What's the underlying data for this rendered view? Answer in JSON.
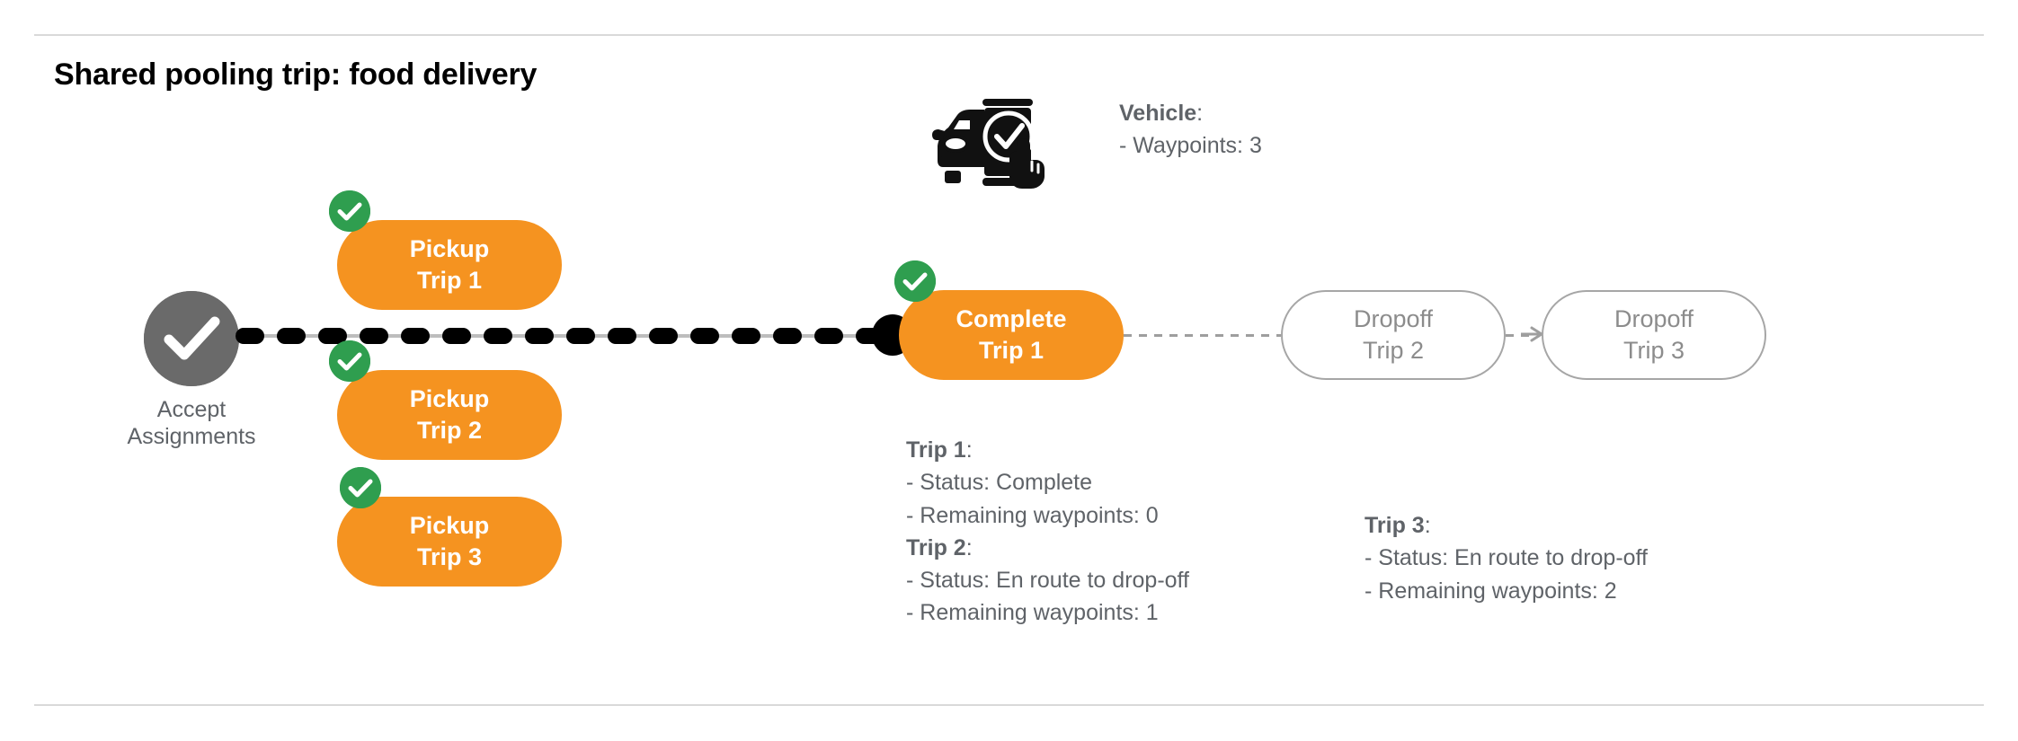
{
  "page": {
    "title": "Shared pooling trip: food delivery",
    "background": "#ffffff"
  },
  "colors": {
    "orange": "#f59320",
    "green_check": "#2f9e4f",
    "gray_node": "#6a6a6a",
    "gray_text": "#5f6368",
    "gray_outline": "#a6a6a6",
    "gray_outline_text": "#8c8c8c",
    "black": "#000000",
    "divider": "#d9d9d9"
  },
  "flow": {
    "start_node": {
      "icon": "check-circle-icon",
      "label": "Accept\nAssignments"
    },
    "pickups": [
      {
        "label": "Pickup\nTrip 1",
        "state": "complete",
        "badge_icon": "check-badge-icon"
      },
      {
        "label": "Pickup\nTrip 2",
        "state": "complete",
        "badge_icon": "check-badge-icon"
      },
      {
        "label": "Pickup\nTrip 3",
        "state": "complete",
        "badge_icon": "check-badge-icon"
      }
    ],
    "complete_node": {
      "label": "Complete\nTrip 1",
      "state": "complete",
      "badge_icon": "check-badge-icon"
    },
    "dropoffs": [
      {
        "label": "Dropoff\nTrip 2",
        "state": "pending"
      },
      {
        "label": "Dropoff\nTrip 3",
        "state": "pending"
      }
    ]
  },
  "vehicle": {
    "icon": "car-phone-check-icon",
    "heading": "Vehicle",
    "heading_suffix": ":",
    "lines": [
      "- Waypoints: 3"
    ]
  },
  "trip_info": {
    "left_block": {
      "trip1_heading": "Trip 1",
      "trip1_heading_suffix": ":",
      "trip1_status": "- Status:  Complete",
      "trip1_waypoints": "- Remaining waypoints: 0",
      "trip2_heading": "Trip 2",
      "trip2_heading_suffix": ":",
      "trip2_status": "- Status:  En route to drop-off",
      "trip2_waypoints": "- Remaining waypoints: 1"
    },
    "right_block": {
      "trip3_heading": "Trip 3",
      "trip3_heading_suffix": ":",
      "trip3_status": "- Status:  En route to drop-off",
      "trip3_waypoints": "- Remaining waypoints: 2"
    }
  }
}
